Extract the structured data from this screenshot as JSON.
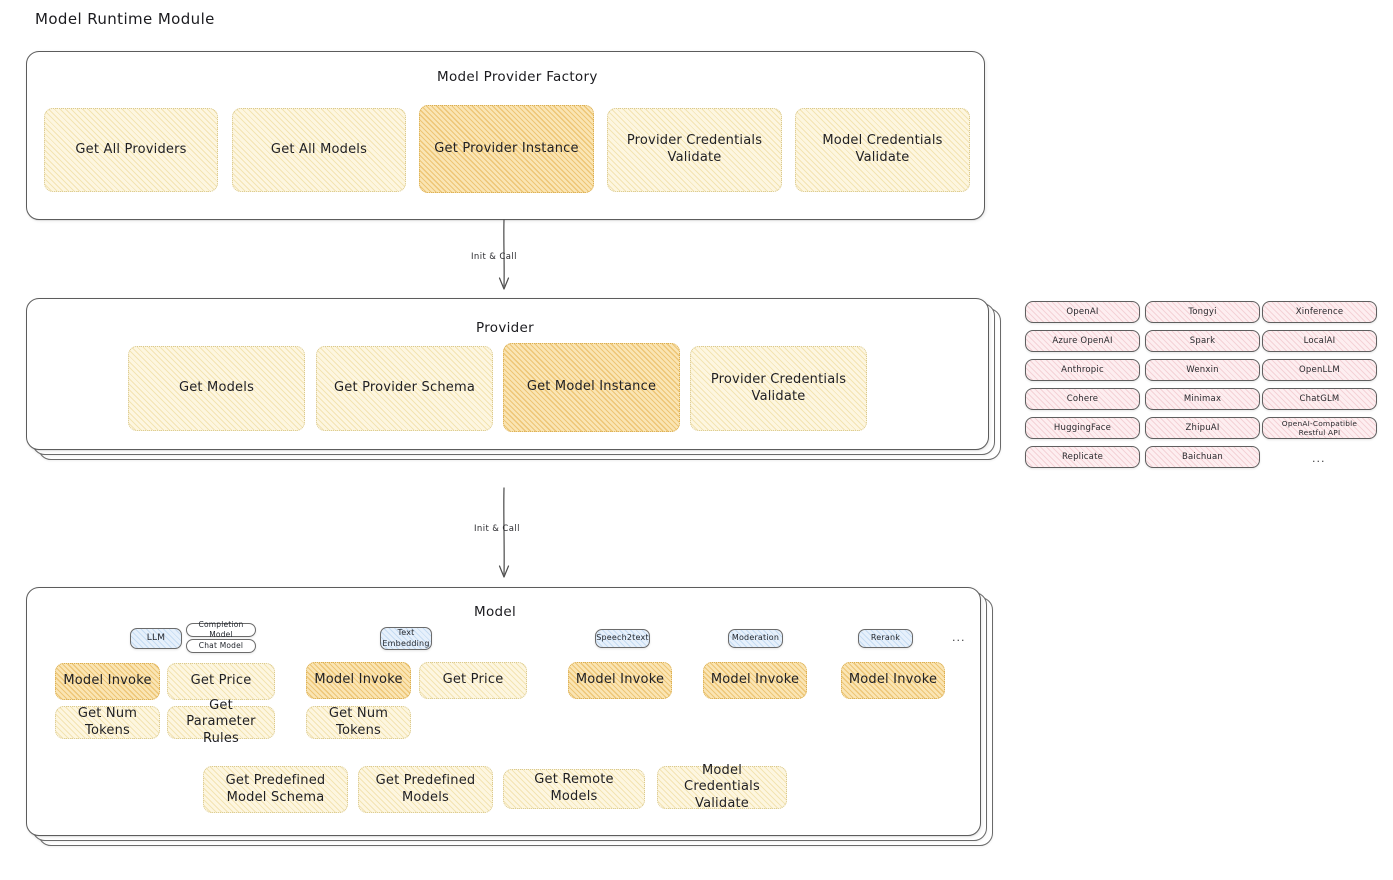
{
  "page": {
    "title": "Model Runtime Module"
  },
  "factory": {
    "title": "Model Provider Factory",
    "nodes": [
      {
        "label": "Get All Providers",
        "highlight": false
      },
      {
        "label": "Get All Models",
        "highlight": false
      },
      {
        "label": "Get Provider Instance",
        "highlight": true
      },
      {
        "label": "Provider Credentials Validate",
        "highlight": false
      },
      {
        "label": "Model Credentials Validate",
        "highlight": false
      }
    ]
  },
  "arrow1": {
    "label": "Init & Call"
  },
  "provider": {
    "title": "Provider",
    "nodes": [
      {
        "label": "Get Models",
        "highlight": false
      },
      {
        "label": "Get Provider Schema",
        "highlight": false
      },
      {
        "label": "Get Model Instance",
        "highlight": true
      },
      {
        "label": "Provider Credentials Validate",
        "highlight": false
      }
    ]
  },
  "provider_list": {
    "columns": [
      [
        "OpenAI",
        "Azure OpenAI",
        "Anthropic",
        "Cohere",
        "HuggingFace",
        "Replicate"
      ],
      [
        "Tongyi",
        "Spark",
        "Wenxin",
        "Minimax",
        "ZhipuAI",
        "Baichuan"
      ],
      [
        "Xinference",
        "LocalAI",
        "OpenLLM",
        "ChatGLM",
        "OpenAI-Compatible Restful API"
      ]
    ],
    "more": "..."
  },
  "arrow2": {
    "label": "Init & Call"
  },
  "model": {
    "title": "Model",
    "more": "...",
    "types": [
      {
        "chip": "LLM",
        "chip_style": "blue",
        "sub_chips": [
          "Completion Model",
          "Chat Model"
        ],
        "ops": [
          {
            "label": "Model Invoke",
            "highlight": true
          },
          {
            "label": "Get Price",
            "highlight": false
          },
          {
            "label": "Get Num Tokens",
            "highlight": false
          },
          {
            "label": "Get Parameter Rules",
            "highlight": false
          }
        ]
      },
      {
        "chip": "Text Embedding",
        "chip_style": "blue",
        "sub_chips": [],
        "ops": [
          {
            "label": "Model Invoke",
            "highlight": true
          },
          {
            "label": "Get Price",
            "highlight": false
          },
          {
            "label": "Get Num Tokens",
            "highlight": false
          }
        ]
      },
      {
        "chip": "Speech2text",
        "chip_style": "blue",
        "sub_chips": [],
        "ops": [
          {
            "label": "Model Invoke",
            "highlight": true
          }
        ]
      },
      {
        "chip": "Moderation",
        "chip_style": "blue",
        "sub_chips": [],
        "ops": [
          {
            "label": "Model Invoke",
            "highlight": true
          }
        ]
      },
      {
        "chip": "Rerank",
        "chip_style": "blue",
        "sub_chips": [],
        "ops": [
          {
            "label": "Model Invoke",
            "highlight": true
          }
        ]
      }
    ],
    "shared_ops": [
      {
        "label": "Get Predefined Model Schema"
      },
      {
        "label": "Get Predefined Models"
      },
      {
        "label": "Get Remote Models"
      },
      {
        "label": "Model Credentials Validate"
      }
    ]
  },
  "colors": {
    "cream": "#fdf6e0",
    "amber": "#fae5b4",
    "pink": "#fdeef0",
    "blue": "#e6f0fb",
    "stroke": "#5c5c5c",
    "background": "#ffffff"
  }
}
